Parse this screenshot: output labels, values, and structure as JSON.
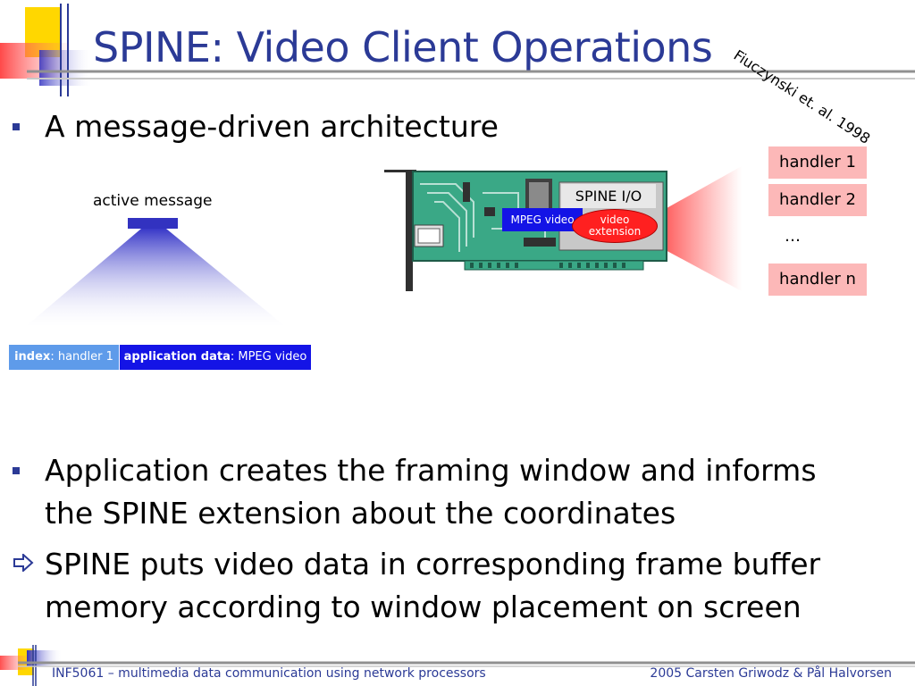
{
  "slide": {
    "title": "SPINE: Video Client Operations",
    "citation": "Fiuczynski et. al. 1998"
  },
  "bullets": [
    {
      "text": "A message-driven architecture",
      "style": "square"
    },
    {
      "lines": [
        "Application creates the framing window and informs",
        "the SPINE extension about the coordinates"
      ],
      "style": "square"
    },
    {
      "lines": [
        "SPINE puts video data in corresponding frame buffer",
        "memory according to window placement on screen"
      ],
      "style": "arrow"
    }
  ],
  "diagram": {
    "active_label": "active message",
    "index_key": "index",
    "index_value": ": handler 1",
    "app_key": "application data",
    "app_value": ": MPEG video",
    "spine_io": "SPINE I/O",
    "mpeg_video": "MPEG video",
    "video_extension_line1": "video",
    "video_extension_line2": "extension",
    "handlers": [
      "handler 1",
      "handler 2",
      "handler n"
    ],
    "ellipsis": "…"
  },
  "footer": {
    "left": "INF5061 – multimedia data communication using network processors",
    "right": "2005 Carsten Griwodz & Pål Halvorsen"
  },
  "colors": {
    "title": "#2b3a96",
    "accent_yellow": "#ffd700",
    "accent_red": "#ff3030",
    "accent_blue": "#1a1ad0",
    "handler_fill": "#fcb8b8"
  }
}
